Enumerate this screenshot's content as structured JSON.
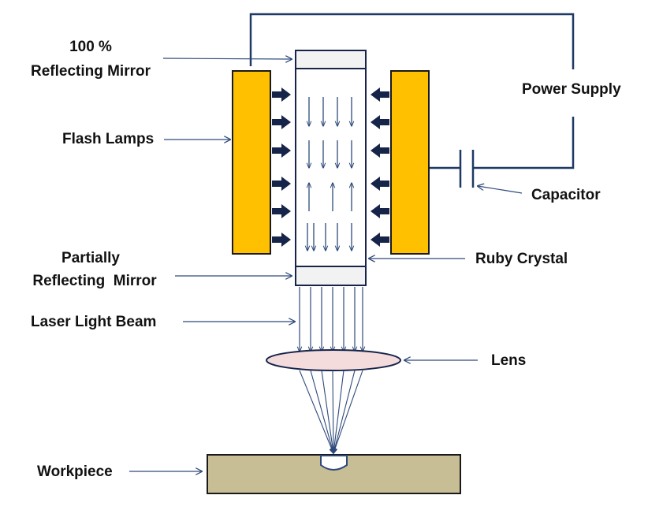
{
  "labels": {
    "mirror_full_1": "100 %",
    "mirror_full_2": "Reflecting Mirror",
    "power_supply": "Power Supply",
    "flash_lamps": "Flash Lamps",
    "capacitor": "Capacitor",
    "partial_1": "Partially",
    "partial_2": "Reflecting  Mirror",
    "ruby_crystal": "Ruby Crystal",
    "laser_beam": "Laser Light Beam",
    "lens": "Lens",
    "workpiece": "Workpiece"
  },
  "colors": {
    "lamp": "#FFC000",
    "line": "#1F3864",
    "arrow": "#17244A",
    "mirror": "#F2F2F2",
    "lens": "#F4DCDD",
    "workpiece": "#C8BE96",
    "pointer": "#2E4A7A"
  },
  "icons": {
    "pump_arrow": "arrow-right-bold",
    "pointer": "arrow-thin"
  }
}
